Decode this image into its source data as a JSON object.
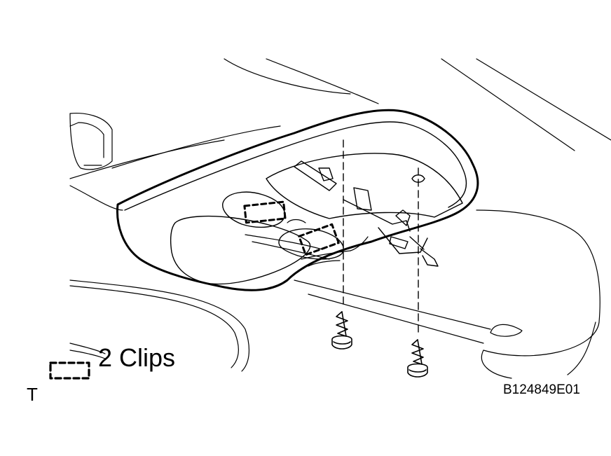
{
  "labels": {
    "clip_legend": "2 Clips",
    "corner_marker": "T",
    "figure_id": "B124849E01"
  },
  "colors": {
    "line": "#000000",
    "background": "#ffffff"
  },
  "legend": {
    "symbol": "dashed-rectangle-clip-symbol"
  }
}
